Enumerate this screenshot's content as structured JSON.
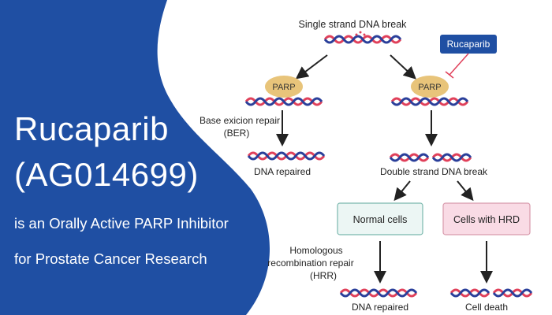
{
  "headline": {
    "line1": "Rucaparib",
    "line2": "(AG014699)",
    "line3": "is an Orally Active PARP Inhibitor",
    "line4": "for Prostate Cancer Research"
  },
  "diagram": {
    "top_label": "Single strand DNA break",
    "drug_label": "Rucaparib",
    "parp_left": "PARP",
    "parp_right": "PARP",
    "ber_label_line1": "Base exicion repair",
    "ber_label_line2": "(BER)",
    "dna_repaired_top": "DNA repaired",
    "double_break": "Double strand DNA break",
    "normal_cells": "Normal cells",
    "cells_hrd": "Cells with HRD",
    "hrr_line1": "Homologous",
    "hrr_line2": "recombination repair",
    "hrr_line3": "(HRR)",
    "dna_repaired_bottom": "DNA repaired",
    "cell_death": "Cell death"
  },
  "colors": {
    "brand_blue": "#1f4fa3",
    "strand_red": "#e0405a",
    "strand_blue": "#2a3f9a",
    "parp_fill": "#e8c47a",
    "drug_box": "#1f4fa3",
    "normal_box_fill": "#ecf6f4",
    "normal_box_border": "#7ab8ae",
    "hrd_box_fill": "#f9dbe5",
    "hrd_box_border": "#d89aac"
  }
}
